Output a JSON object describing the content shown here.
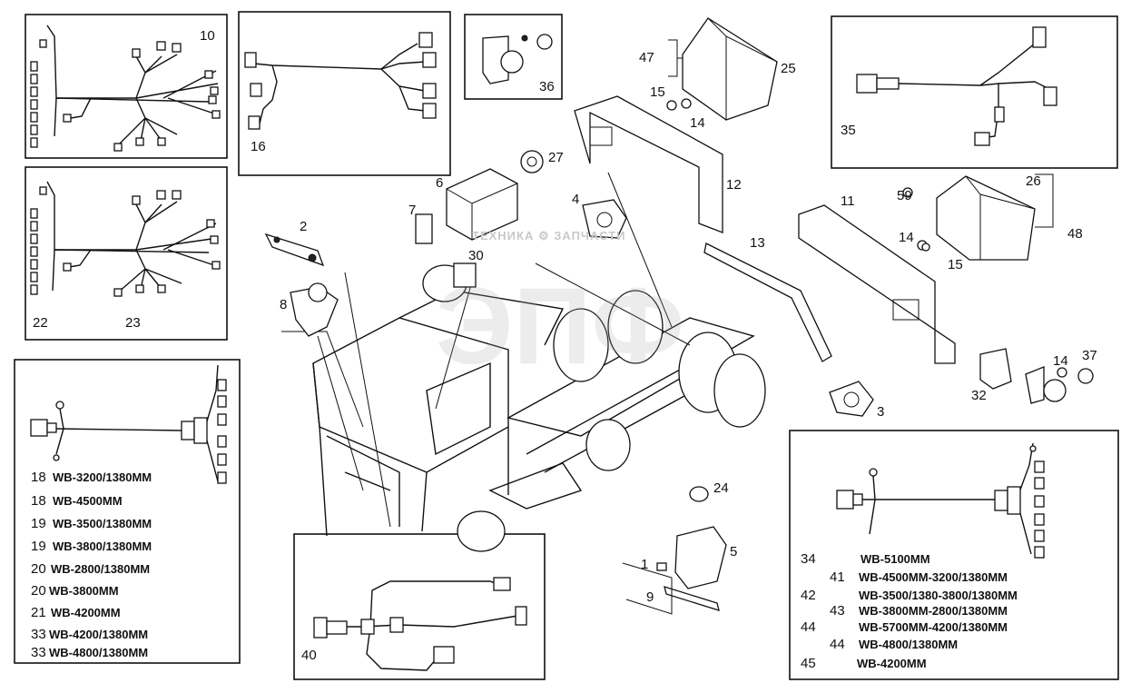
{
  "watermark": {
    "text": "ТЕХНИКА ⚙ ЗАПЧАСТИ",
    "logo": "ЭПФ"
  },
  "callouts": {
    "n1": "1",
    "n2": "2",
    "n3": "3",
    "n4": "4",
    "n5": "5",
    "n6": "6",
    "n7": "7",
    "n8": "8",
    "n9": "9",
    "n10": "10",
    "n11": "11",
    "n12": "12",
    "n13": "13",
    "n14a": "14",
    "n14b": "14",
    "n14c": "14",
    "n15a": "15",
    "n15b": "15",
    "n16": "16",
    "n22": "22",
    "n23": "23",
    "n24": "24",
    "n25": "25",
    "n26": "26",
    "n27": "27",
    "n30": "30",
    "n32": "32",
    "n35": "35",
    "n36": "36",
    "n37": "37",
    "n40": "40",
    "n47": "47",
    "n48": "48",
    "n59": "59"
  },
  "left_specs": [
    {
      "num": "18",
      "text": "WB-3200/1380MM"
    },
    {
      "num": "18",
      "text": "WB-4500MM"
    },
    {
      "num": "19",
      "text": "WB-3500/1380MM"
    },
    {
      "num": "19",
      "text": "WB-3800/1380MM"
    },
    {
      "num": "20",
      "text": "WB-2800/1380MM"
    },
    {
      "num": "20",
      "text": "WB-3800MM"
    },
    {
      "num": "21",
      "text": "WB-4200MM"
    },
    {
      "num": "33",
      "text": "WB-4200/1380MM"
    },
    {
      "num": "33",
      "text": "WB-4800/1380MM"
    }
  ],
  "right_specs": [
    {
      "num": "34",
      "text": "WB-5100MM"
    },
    {
      "num": "41",
      "text": "WB-4500MM-3200/1380MM"
    },
    {
      "num": "42",
      "text": "WB-3500/1380-3800/1380MM"
    },
    {
      "num": "43",
      "text": "WB-3800MM-2800/1380MM"
    },
    {
      "num": "44",
      "text": "WB-5700MM-4200/1380MM"
    },
    {
      "num": "44",
      "text": "WB-4800/1380MM"
    },
    {
      "num": "45",
      "text": "WB-4200MM"
    }
  ]
}
